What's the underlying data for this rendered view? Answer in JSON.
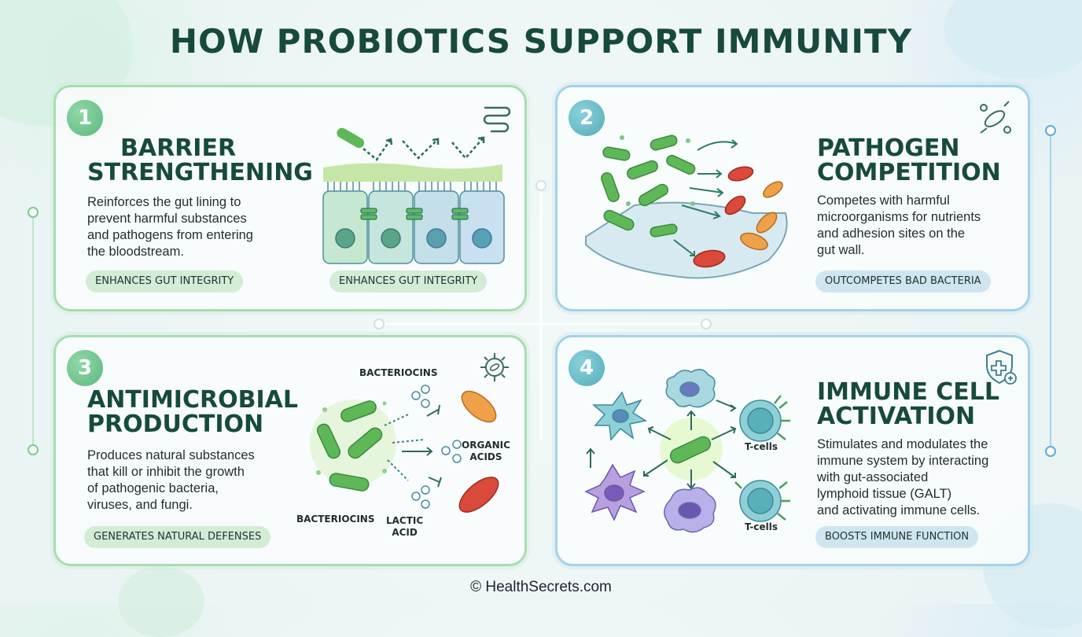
{
  "title": "HOW PROBIOTICS SUPPORT IMMUNITY",
  "cards": [
    {
      "number": "1",
      "heading_lines": [
        "BARRIER",
        "STRENGTHENING"
      ],
      "body_lines": [
        "Reinforces the gut lining to",
        "prevent harmful substances",
        "and pathogens from entering",
        "the bloodstream."
      ],
      "tags": [
        "ENHANCES GUT INTEGRITY",
        "ENHANCES GUT INTEGRITY"
      ],
      "icon": "intestine-icon"
    },
    {
      "number": "2",
      "heading_lines": [
        "PATHOGEN",
        "COMPETITION"
      ],
      "body_lines": [
        "Competes with harmful",
        "microorganisms for nutrients",
        "and adhesion sites on the",
        "gut wall."
      ],
      "tags": [
        "OUTCOMPETES BAD BACTERIA"
      ],
      "icon": "microbes-icon"
    },
    {
      "number": "3",
      "heading_lines": [
        "ANTIMICROBIAL",
        "PRODUCTION"
      ],
      "body_lines": [
        "Produces natural substances",
        "that kill or inhibit the growth",
        "of pathogenic bacteria,",
        "viruses, and fungi."
      ],
      "tags": [
        "GENERATES NATURAL DEFENSES"
      ],
      "icon": "virus-icon",
      "diagram_labels": {
        "top": "BACTERIOCINS",
        "right_1": "ORGANIC",
        "right_2": "ACIDS",
        "bottom_left": "BACTERIOCINS",
        "bottom_1": "LACTIC",
        "bottom_2": "ACID"
      }
    },
    {
      "number": "4",
      "heading_lines": [
        "IMMUNE CELL",
        "ACTIVATION"
      ],
      "body_lines": [
        "Stimulates and modulates the",
        "immune system by interacting",
        "with gut-associated",
        "lymphoid tissue (GALT)",
        "and activating immune cells."
      ],
      "tags": [
        "BOOSTS IMMUNE FUNCTION"
      ],
      "icon": "shield-plus-icon",
      "diagram_labels": {
        "tcell_top": "T-cells",
        "tcell_bottom": "T-cells"
      }
    }
  ],
  "footer": "© HealthSecrets.com",
  "colors": {
    "heading": "#174a3e",
    "green_accent": "#5cb880",
    "blue_accent": "#56aeb8",
    "bacteria": "#5fb858",
    "pathogen": "#d94a3a"
  }
}
